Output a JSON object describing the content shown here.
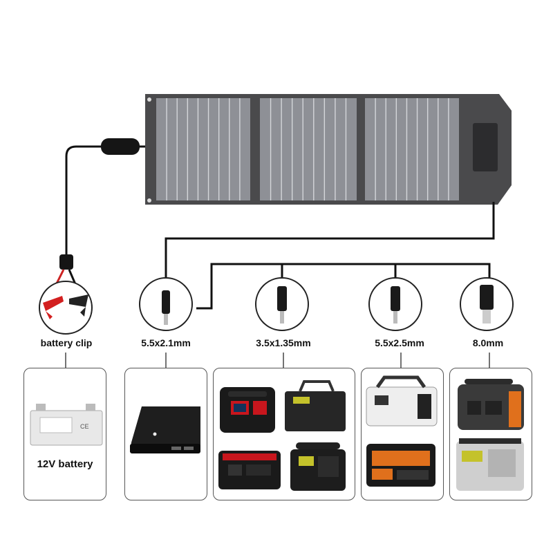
{
  "connectors": [
    {
      "name": "battery clip"
    },
    {
      "name": "5.5x2.1mm"
    },
    {
      "name": "3.5x1.35mm"
    },
    {
      "name": "5.5x2.5mm"
    },
    {
      "name": "8.0mm"
    }
  ],
  "devices": {
    "battery_caption": "12V battery"
  },
  "colors": {
    "panel_frame": "#4a4a4c",
    "cell": "#8e9096",
    "cable": "#111111",
    "clip_red": "#d32020",
    "accent_orange": "#e0701c",
    "accent_red": "#c8161d"
  }
}
